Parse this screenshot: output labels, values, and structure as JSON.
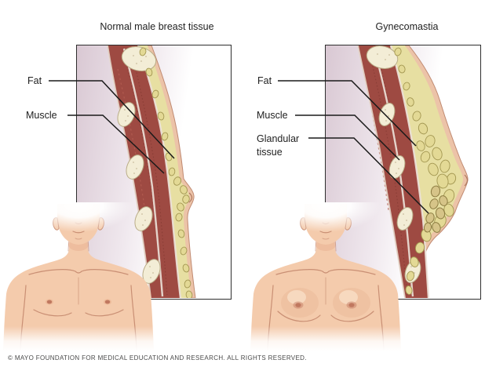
{
  "figure": {
    "panels": [
      {
        "id": "normal",
        "title": "Normal male breast tissue",
        "labels": [
          {
            "text": "Fat"
          },
          {
            "text": "Muscle"
          }
        ]
      },
      {
        "id": "gynecomastia",
        "title": "Gynecomastia",
        "labels": [
          {
            "text": "Fat"
          },
          {
            "text": "Muscle"
          },
          {
            "text": "Glandular tissue"
          }
        ]
      }
    ],
    "copyright": "© MAYO FOUNDATION FOR MEDICAL EDUCATION AND RESEARCH. ALL RIGHTS RESERVED."
  },
  "palette": {
    "line": "#1a1a1a",
    "frame": "#2e2e2e",
    "title-text": "#222222",
    "muscle": "#9e4a42",
    "muscle-dark": "#7d352e",
    "muscle-light": "#b35c51",
    "bone": "#f3edd6",
    "bone-edge": "#b9ac87",
    "fat": "#e7dfa2",
    "fat-lobule": "#e3d995",
    "fat-edge": "#a39751",
    "gland": "#d6c488",
    "gland-edge": "#8d7d42",
    "skin-band": "#ecc3a8",
    "skin-band-edge": "#c08a72",
    "skin": "#f4cbac",
    "skin-shade": "#e9b393",
    "skin-line": "#c98f74",
    "nipple": "#c0785f",
    "inset-bg-left": "#d9c8d3",
    "inset-bg-mid": "#efe7ed",
    "copyright-text": "#4a4a4a"
  }
}
